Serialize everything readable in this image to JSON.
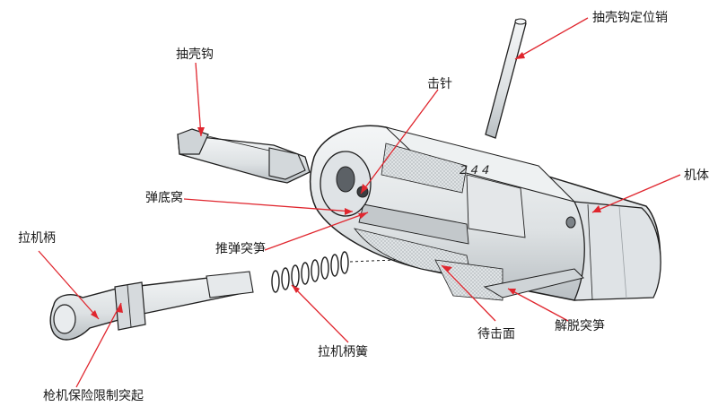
{
  "labels": {
    "extractor": "抽壳钩",
    "extractor_pin": "抽壳钩定位销",
    "firing_pin": "击针",
    "bolt_body": "机体",
    "bolt_face_recess": "弹底窝",
    "feed_rib": "推弹突笋",
    "charging_handle": "拉机柄",
    "handle_spring": "拉机柄簧",
    "safety_lug": "枪机保险限制突起",
    "striker_face": "待击面",
    "release_rib": "解脱突笋"
  },
  "body_digits": "2 4 4",
  "colors": {
    "leader": "#e0262e",
    "part_fill": "#e9ecee",
    "part_shade": "#b6bcc0",
    "outline": "#1f1f1f",
    "hatch": "#8a8f93"
  }
}
